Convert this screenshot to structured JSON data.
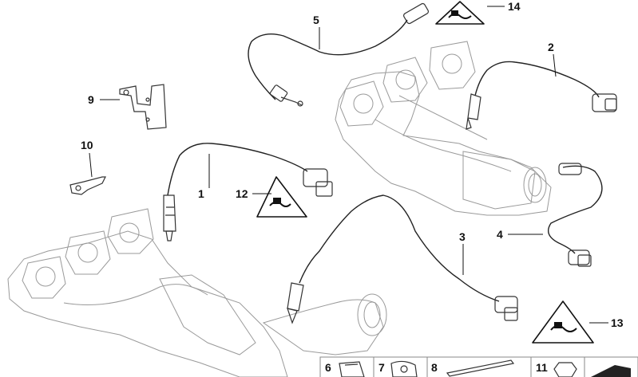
{
  "callouts": {
    "c1": "1",
    "c2": "2",
    "c3": "3",
    "c4": "4",
    "c5": "5",
    "c6": "6",
    "c7": "7",
    "c8": "8",
    "c9": "9",
    "c10": "10",
    "c11": "11",
    "c12": "12",
    "c13": "13",
    "c14": "14"
  },
  "icons": {
    "warning_sign": "warning-triangle-icon",
    "connector": "plug-connector-icon"
  }
}
